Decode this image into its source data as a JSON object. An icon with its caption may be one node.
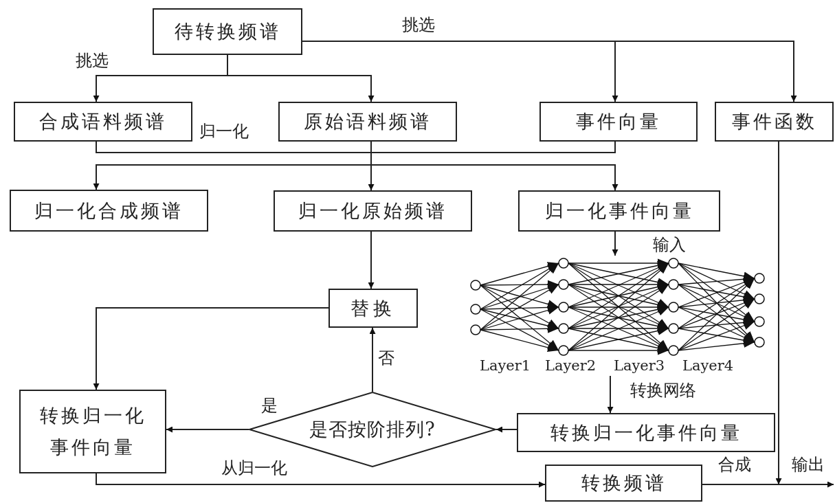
{
  "diagram": {
    "nodes": [
      {
        "text": [
          "待转换频谱"
        ]
      },
      {
        "text": [
          "合成语料频谱"
        ]
      },
      {
        "text": [
          "原始语料频谱"
        ]
      },
      {
        "text": [
          "事件向量"
        ]
      },
      {
        "text": [
          "事件函数"
        ]
      },
      {
        "text": [
          "归一化合成频谱"
        ]
      },
      {
        "text": [
          "归一化原始频谱"
        ]
      },
      {
        "text": [
          "归一化事件向量"
        ]
      },
      {
        "text": [],
        "shape": "picture",
        "beside": [
          "Layer1",
          "Layer2",
          "Layer3",
          "Layer4"
        ]
      },
      {
        "text": [
          "替换"
        ]
      },
      {
        "text": [
          "转换归一化事件向量"
        ]
      },
      {
        "text": [
          "是否按阶排列?"
        ]
      },
      {
        "text": [
          "转换归一化事件向量"
        ]
      },
      {
        "text": [
          "转换频谱"
        ]
      }
    ],
    "edges": [
      {
        "from": 0,
        "to": 1,
        "arrow": "to",
        "label": "挑选"
      },
      {
        "from": 0,
        "to": 2,
        "arrow": "to"
      },
      {
        "from": 0,
        "to": 3,
        "arrow": "to",
        "label": "挑选"
      },
      {
        "from": 0,
        "to": 4,
        "arrow": "to"
      },
      {
        "from": 1,
        "to": 5,
        "arrow": "to",
        "label": "归一化"
      },
      {
        "from": 2,
        "to": 6,
        "arrow": "to"
      },
      {
        "from": 3,
        "to": 7,
        "arrow": "to"
      },
      {
        "from": 6,
        "to": 9,
        "arrow": "to"
      },
      {
        "from": 7,
        "to": 8,
        "arrow": "to",
        "label": "输入"
      },
      {
        "from": 8,
        "to": 10,
        "arrow": "to",
        "label": "转换网络"
      },
      {
        "from": 10,
        "to": 11,
        "arrow": "to"
      },
      {
        "from": 11,
        "to": 12,
        "arrow": "to",
        "label": "是"
      },
      {
        "from": 11,
        "to": 9,
        "arrow": "to",
        "label": "否"
      },
      {
        "from": 9,
        "to": 12,
        "arrow": "to"
      },
      {
        "from": 12,
        "to": 13,
        "arrow": "to",
        "label": "从归一化"
      },
      {
        "from": 13,
        "to": null,
        "arrow": "to",
        "label": "输出"
      },
      {
        "from": 4,
        "to": null,
        "arrow": "to",
        "label": "合成"
      }
    ]
  }
}
